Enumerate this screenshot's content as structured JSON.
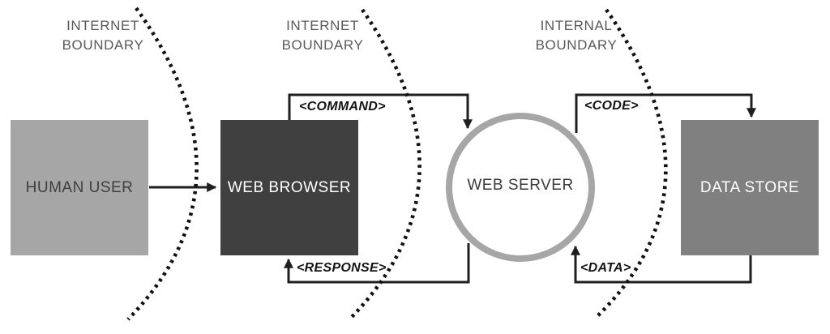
{
  "diagram": {
    "type": "data-flow-threat-model",
    "boundaries": [
      {
        "id": "internet-boundary-1",
        "line1": "INTERNET",
        "line2": "BOUNDARY"
      },
      {
        "id": "internet-boundary-2",
        "line1": "INTERNET",
        "line2": "BOUNDARY"
      },
      {
        "id": "internal-boundary",
        "line1": "INTERNAL",
        "line2": "BOUNDARY"
      }
    ],
    "nodes": [
      {
        "id": "human-user",
        "label": "HUMAN USER",
        "shape": "rect",
        "fill": "#a6a6a6",
        "text_color": "#3f3f3f"
      },
      {
        "id": "web-browser",
        "label": "WEB BROWSER",
        "shape": "rect",
        "fill": "#404040",
        "text_color": "#ffffff"
      },
      {
        "id": "web-server",
        "label": "WEB SERVER",
        "shape": "circle",
        "fill": "#ffffff",
        "stroke": "#a6a6a6",
        "text_color": "#3a3a3a"
      },
      {
        "id": "data-store",
        "label": "DATA STORE",
        "shape": "rect",
        "fill": "#808080",
        "text_color": "#ffffff"
      }
    ],
    "flows": [
      {
        "from": "human-user",
        "to": "web-browser",
        "label": ""
      },
      {
        "from": "web-browser",
        "to": "web-server",
        "label": "<COMMAND>"
      },
      {
        "from": "web-server",
        "to": "web-browser",
        "label": "<RESPONSE>"
      },
      {
        "from": "web-server",
        "to": "data-store",
        "label": "<CODE>"
      },
      {
        "from": "data-store",
        "to": "web-server",
        "label": "<DATA>"
      }
    ],
    "colors": {
      "flow_line": "#1f1f1f",
      "boundary_dots": "#111111",
      "boundary_text": "#595959",
      "circle_stroke": "#a6a6a6"
    }
  }
}
